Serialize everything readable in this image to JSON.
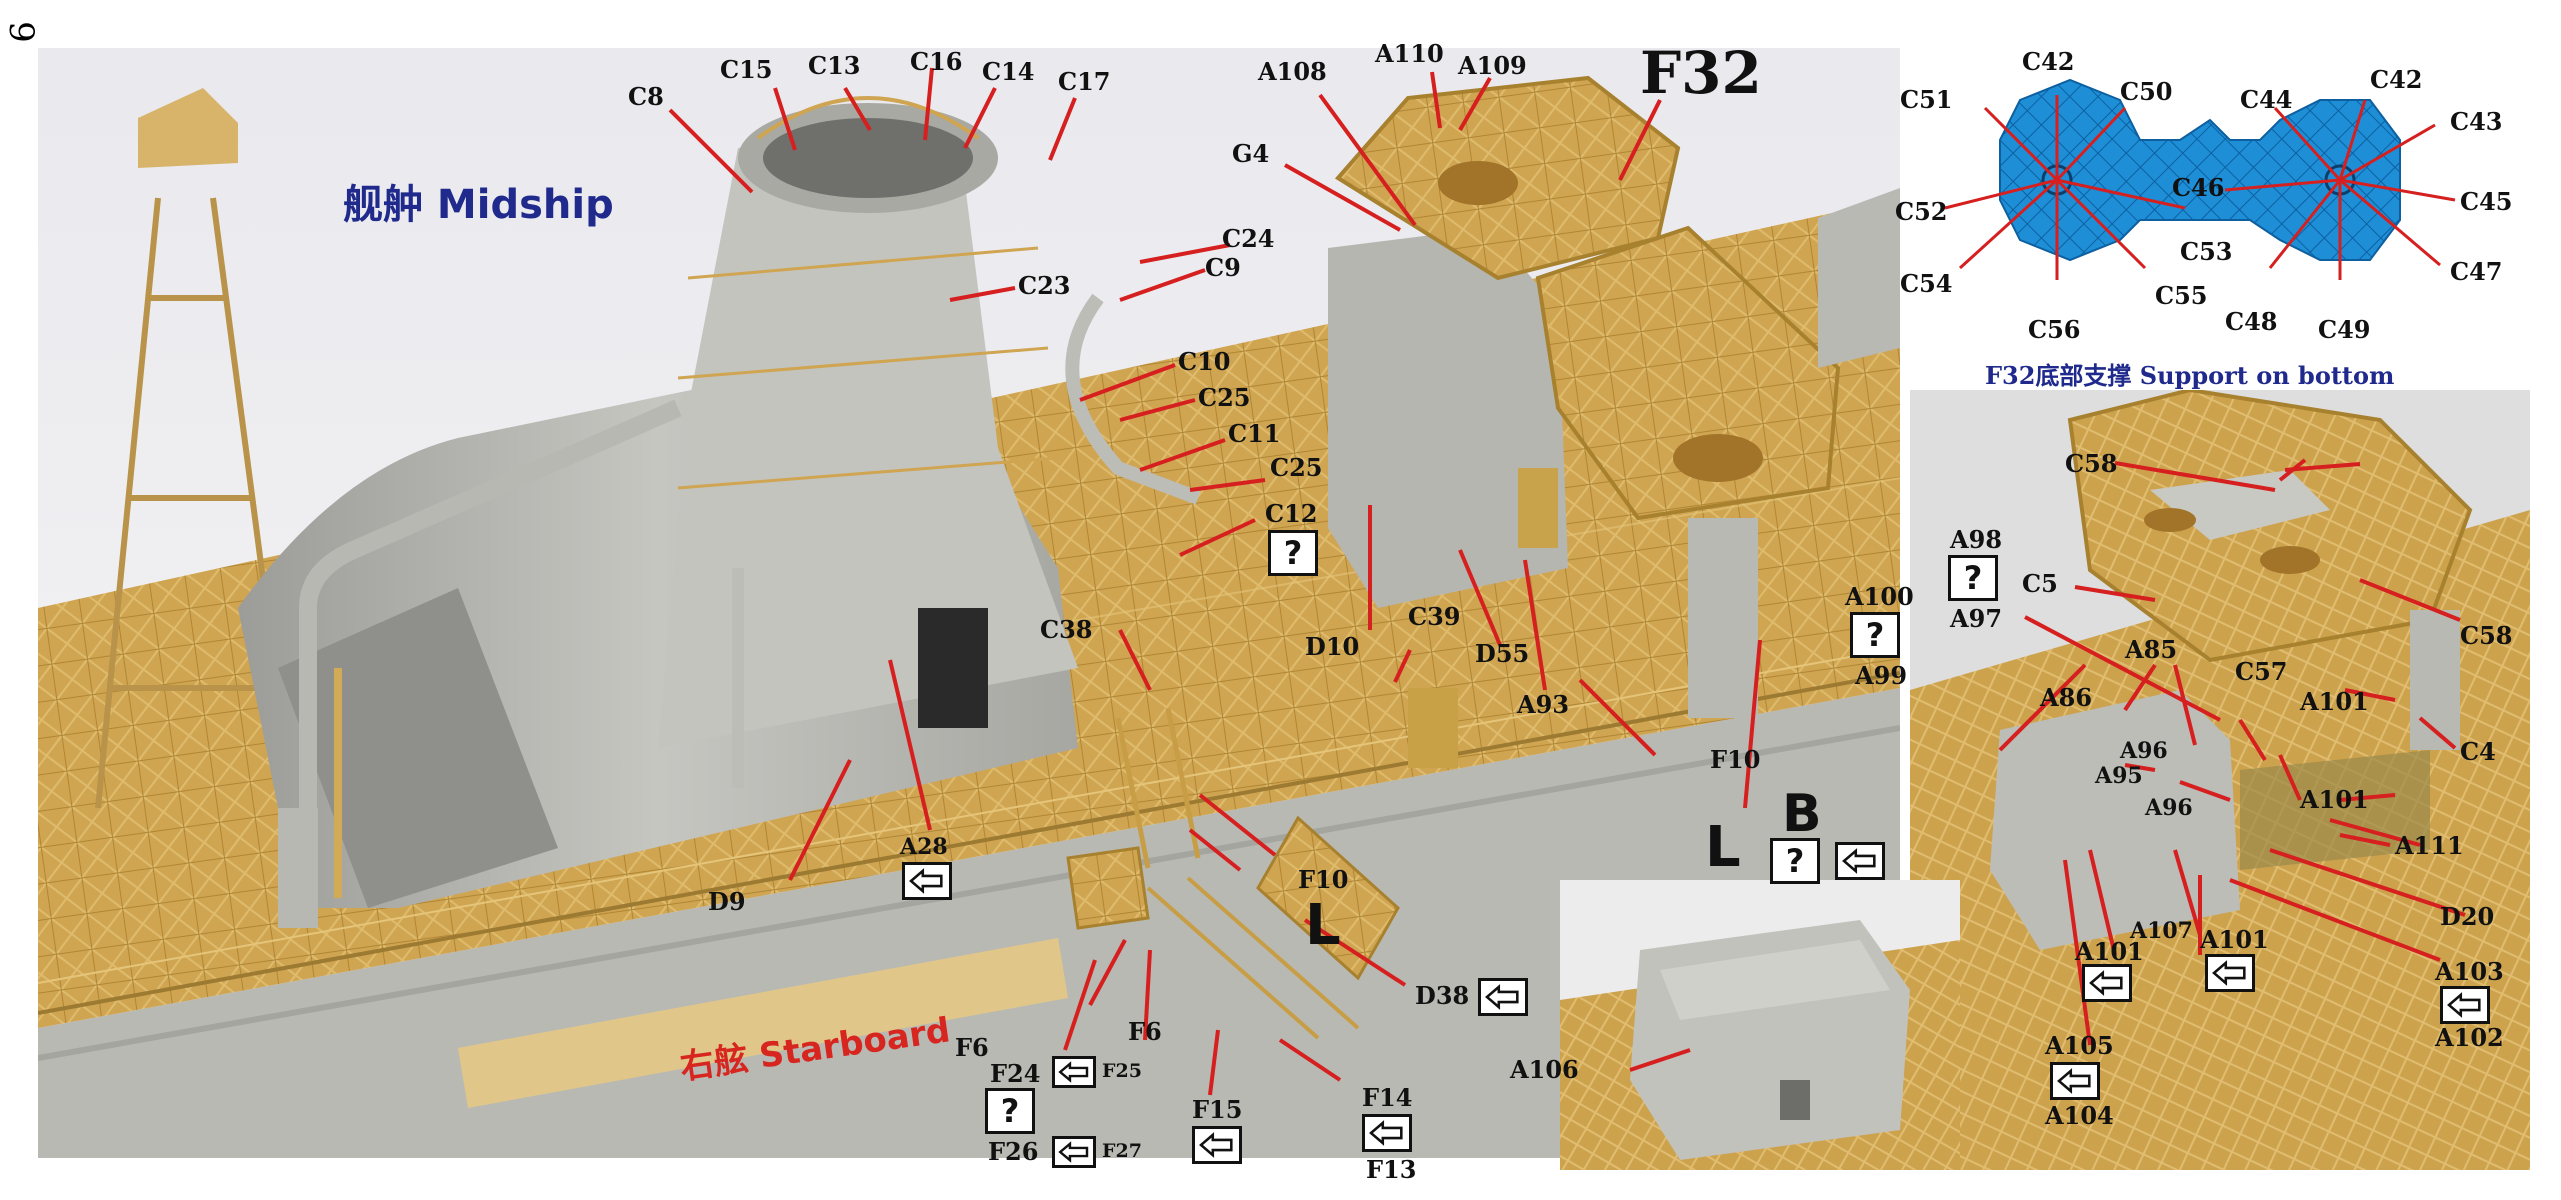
{
  "page_number": "9",
  "section_titles": {
    "midship": "舰舯 Midship",
    "starboard": "右舷 Starboard",
    "f32_support": "F32底部支撑 Support on bottom"
  },
  "big_labels": {
    "f32": "F32",
    "b": "B",
    "l1": "L",
    "l2": "L"
  },
  "main_labels": {
    "c8": "C8",
    "c15": "C15",
    "c13": "C13",
    "c16": "C16",
    "c14": "C14",
    "c17": "C17",
    "a108": "A108",
    "a110": "A110",
    "a109": "A109",
    "g4": "G4",
    "c24": "C24",
    "c9": "C9",
    "c23": "C23",
    "c10": "C10",
    "c25a": "C25",
    "c11": "C11",
    "c25b": "C25",
    "c12": "C12",
    "c38": "C38",
    "c39": "C39",
    "d10": "D10",
    "d55": "D55",
    "a93": "A93",
    "f10a": "F10",
    "f10b": "F10",
    "d9": "D9",
    "a28": "A28",
    "d38": "D38",
    "f6a": "F6",
    "f6b": "F6",
    "f24": "F24",
    "f25": "F25",
    "f26": "F26",
    "f27": "F27",
    "f15": "F15",
    "f14": "F14",
    "f13": "F13",
    "a100": "A100",
    "a99": "A99",
    "a98": "A98",
    "a97": "A97",
    "c5": "C5",
    "a85": "A85",
    "a86": "A86",
    "a96a": "A96",
    "a95": "A95",
    "a96b": "A96",
    "a101a": "A101",
    "a101b": "A101",
    "a111": "A111",
    "d20": "D20",
    "a107": "A107",
    "a101c": "A101",
    "a101d": "A101",
    "a105": "A105",
    "a104": "A104",
    "a103": "A103",
    "a102": "A102",
    "c58a": "C58",
    "c58b": "C58",
    "c57": "C57",
    "c4": "C4",
    "a106": "A106"
  },
  "f32_diagram_labels": {
    "c42a": "C42",
    "c50": "C50",
    "c51": "C51",
    "c44": "C44",
    "c42b": "C42",
    "c43": "C43",
    "c52": "C52",
    "c46": "C46",
    "c45": "C45",
    "c53": "C53",
    "c54": "C54",
    "c55": "C55",
    "c47": "C47",
    "c56": "C56",
    "c48": "C48",
    "c49": "C49"
  },
  "colors": {
    "brass": "#cfa552",
    "grey_resin": "#bcbcb6",
    "leader_red": "#d61f1f",
    "midship_blue": "#1f2a8c",
    "starboard_red": "#d6261f",
    "diagram_blue": "#1e8fd6"
  }
}
